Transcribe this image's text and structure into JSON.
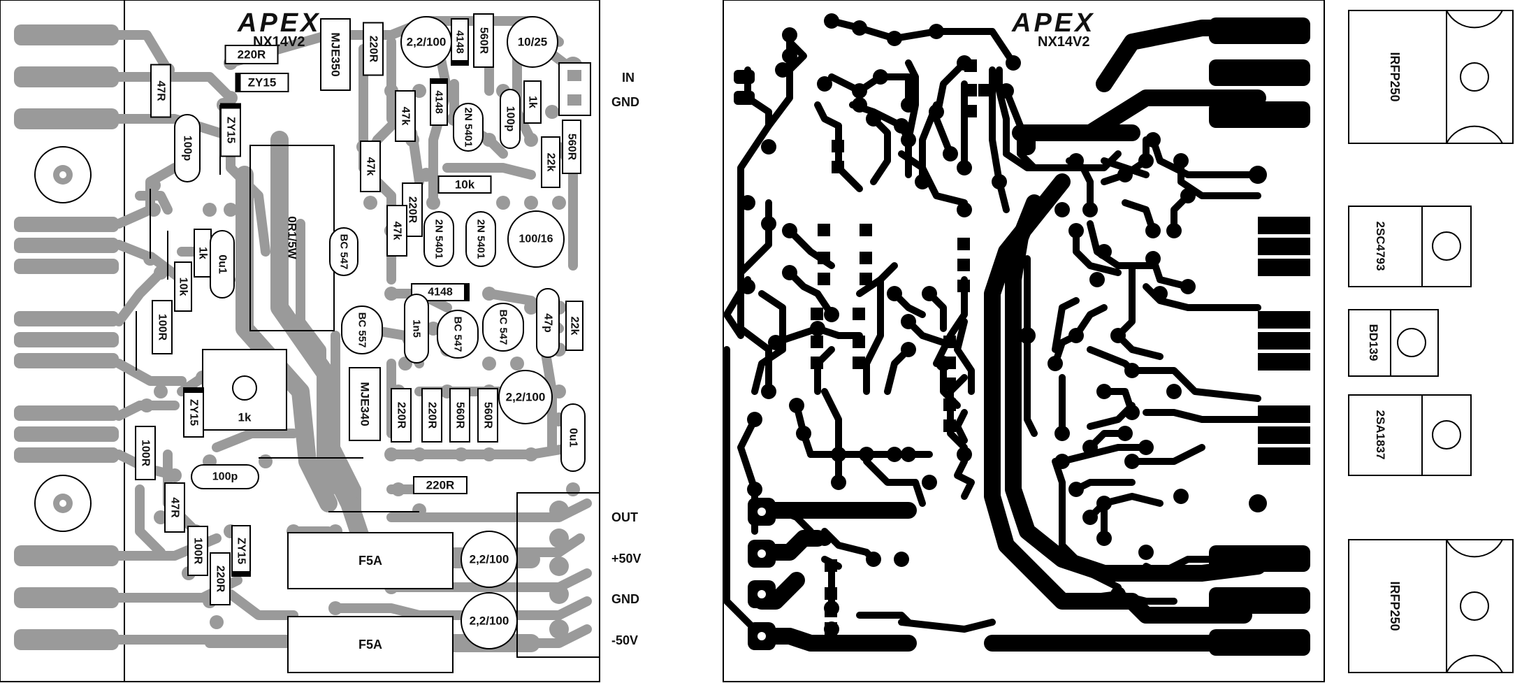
{
  "brand": {
    "logo_text": "APEX",
    "model": "NX14V2"
  },
  "silkscreen_panel": {
    "components": [
      {
        "id": "r220_top",
        "text": "220R"
      },
      {
        "id": "zy15_a",
        "text": "ZY15"
      },
      {
        "id": "r47_a",
        "text": "47R"
      },
      {
        "id": "c100p_a",
        "text": "100p"
      },
      {
        "id": "zy15_b",
        "text": "ZY15"
      },
      {
        "id": "r0r1",
        "text": "0R1/5W"
      },
      {
        "id": "mje350",
        "text": "MJE350"
      },
      {
        "id": "r220_b",
        "text": "220R"
      },
      {
        "id": "c22_100_a",
        "text": "2,2/100"
      },
      {
        "id": "d4148_a",
        "text": "4148"
      },
      {
        "id": "r560_a",
        "text": "560R"
      },
      {
        "id": "c10_25",
        "text": "10/25"
      },
      {
        "id": "r47k_a",
        "text": "47k"
      },
      {
        "id": "d4148_b",
        "text": "4148"
      },
      {
        "id": "q2n5401_a",
        "text": "2N 5401"
      },
      {
        "id": "c100p_b",
        "text": "100p"
      },
      {
        "id": "r1k_a",
        "text": "1k"
      },
      {
        "id": "r47k_b",
        "text": "47k"
      },
      {
        "id": "r10k_a",
        "text": "10k"
      },
      {
        "id": "r22k_a",
        "text": "22k"
      },
      {
        "id": "r560_b",
        "text": "560R"
      },
      {
        "id": "r220_c",
        "text": "220R"
      },
      {
        "id": "qbc547_a",
        "text": "BC 547"
      },
      {
        "id": "r47k_c",
        "text": "47k"
      },
      {
        "id": "q2n5401_b",
        "text": "2N 5401"
      },
      {
        "id": "q2n5401_c",
        "text": "2N 5401"
      },
      {
        "id": "c100_16",
        "text": "100/16"
      },
      {
        "id": "r1k_b",
        "text": "1k"
      },
      {
        "id": "c0u1_a",
        "text": "0u1"
      },
      {
        "id": "r10k_b",
        "text": "10k"
      },
      {
        "id": "d4148_c",
        "text": "4148"
      },
      {
        "id": "r100_a",
        "text": "100R"
      },
      {
        "id": "qbc557",
        "text": "BC 557"
      },
      {
        "id": "c1n5",
        "text": "1n5"
      },
      {
        "id": "qbc547_b",
        "text": "BC 547"
      },
      {
        "id": "qbc547_c",
        "text": "BC 547"
      },
      {
        "id": "c47p",
        "text": "47p"
      },
      {
        "id": "r22k_b",
        "text": "22k"
      },
      {
        "id": "trim1k",
        "text": "1k"
      },
      {
        "id": "zy15_c",
        "text": "ZY15"
      },
      {
        "id": "mje340",
        "text": "MJE340"
      },
      {
        "id": "r220_d",
        "text": "220R"
      },
      {
        "id": "r220_e",
        "text": "220R"
      },
      {
        "id": "r560_c",
        "text": "560R"
      },
      {
        "id": "r560_d",
        "text": "560R"
      },
      {
        "id": "c22_100_b",
        "text": "2,2/100"
      },
      {
        "id": "r100_b",
        "text": "100R"
      },
      {
        "id": "c0u1_b",
        "text": "0u1"
      },
      {
        "id": "c100p_c",
        "text": "100p"
      },
      {
        "id": "r47_b",
        "text": "47R"
      },
      {
        "id": "r220_f",
        "text": "220R"
      },
      {
        "id": "r100_c",
        "text": "100R"
      },
      {
        "id": "r220_g",
        "text": "220R"
      },
      {
        "id": "zy15_d",
        "text": "ZY15"
      },
      {
        "id": "fuse_a",
        "text": "F5A"
      },
      {
        "id": "fuse_b",
        "text": "F5A"
      },
      {
        "id": "c22_100_c",
        "text": "2,2/100"
      },
      {
        "id": "c22_100_d",
        "text": "2,2/100"
      }
    ],
    "connectors": [
      {
        "id": "in",
        "text": "IN"
      },
      {
        "id": "gnd_in",
        "text": "GND"
      },
      {
        "id": "out",
        "text": "OUT"
      },
      {
        "id": "p50",
        "text": "+50V"
      },
      {
        "id": "gnd_pwr",
        "text": "GND"
      },
      {
        "id": "m50",
        "text": "-50V"
      }
    ]
  },
  "transistor_panel": [
    {
      "id": "irfp250_top",
      "text": "IRFP250"
    },
    {
      "id": "c4793",
      "text": "2SC4793"
    },
    {
      "id": "bd139",
      "text": "BD139"
    },
    {
      "id": "a1837",
      "text": "2SA1837"
    },
    {
      "id": "irfp250_bot",
      "text": "IRFP250"
    }
  ]
}
